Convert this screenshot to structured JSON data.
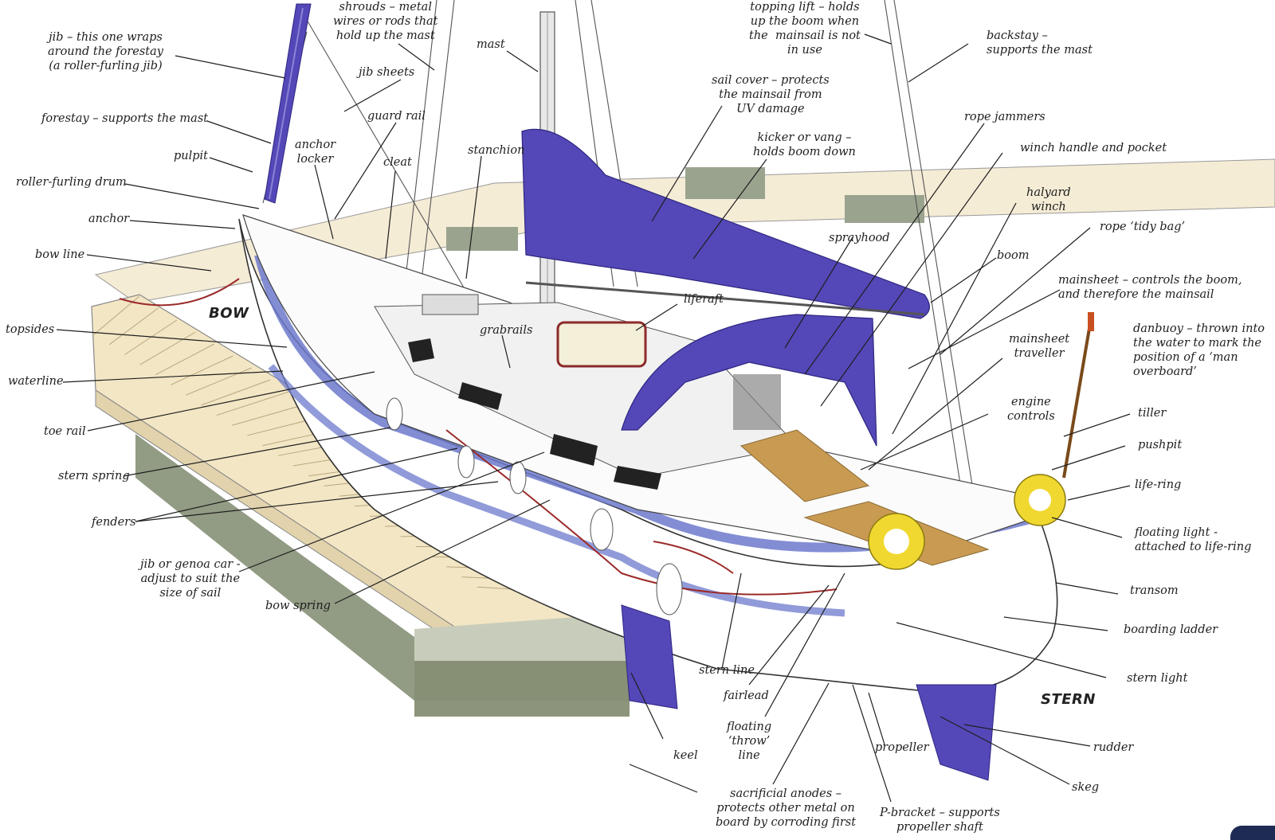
{
  "colors": {
    "sail": "#5448b8",
    "hull": "#ffffff",
    "boottop": "#6c79cc",
    "deck_wood": "#c99a52",
    "pontoon": "#f3e6c4",
    "float": "#7f8a6e",
    "liferings": "#f0d830",
    "rope_red": "#9b2a2a",
    "line": "#222222"
  },
  "sections": {
    "bow": "BOW",
    "stern": "STERN"
  },
  "labels": {
    "jib": "jib – this one wraps\naround the forestay\n(a roller-furling jib)",
    "shrouds": "shrouds – metal\nwires or rods that\nhold up the mast",
    "jib_sheets": "jib sheets",
    "mast": "mast",
    "topping_lift": "topping lift – holds\nup the boom when\nthe  mainsail is not\nin use",
    "backstay": "backstay –\nsupports the mast",
    "forestay": "forestay – supports the mast",
    "guard_rail": "guard rail",
    "anchor_locker": "anchor\nlocker",
    "pulpit": "pulpit",
    "cleat": "cleat",
    "roller_furling_drum": "roller-furling drum",
    "stanchion": "stanchion",
    "sail_cover": "sail cover – protects\nthe mainsail from\nUV damage",
    "rope_jammers": "rope jammers",
    "kicker": "kicker or vang –\nholds boom down",
    "winch_handle": "winch handle and pocket",
    "anchor": "anchor",
    "halyard_winch": "halyard\nwinch",
    "rope_tidy_bag": "rope ‘tidy bag’",
    "sprayhood": "sprayhood",
    "bow_line": "bow line",
    "boom": "boom",
    "mainsheet": "mainsheet – controls the boom,\nand therefore the mainsail",
    "liferaft": "liferaft",
    "topsides": "topsides",
    "grabrails": "grabrails",
    "mainsheet_traveller": "mainsheet\ntraveller",
    "danbuoy": "danbuoy – thrown into\nthe water to mark the\nposition of a ‘man\noverboard’",
    "waterline": "waterline",
    "engine_controls": "engine\ncontrols",
    "toe_rail": "toe rail",
    "tiller": "tiller",
    "pushpit": "pushpit",
    "stern_spring": "stern spring",
    "life_ring": "life-ring",
    "fenders": "fenders",
    "floating_light": "floating light -\nattached to life-ring",
    "jib_car": "jib or genoa car -\nadjust to suit the\nsize of sail",
    "transom": "transom",
    "bow_spring": "bow spring",
    "boarding_ladder": "boarding ladder",
    "stern_line": "stern line",
    "stern_light": "stern light",
    "fairlead": "fairlead",
    "floating_throw_line": "floating\n‘throw’\nline",
    "keel": "keel",
    "propeller": "propeller",
    "rudder": "rudder",
    "skeg": "skeg",
    "sacrificial_anodes": "sacrificial anodes –\nprotects other metal on\nboard by corroding first",
    "p_bracket": "P-bracket – supports\npropeller shaft"
  }
}
